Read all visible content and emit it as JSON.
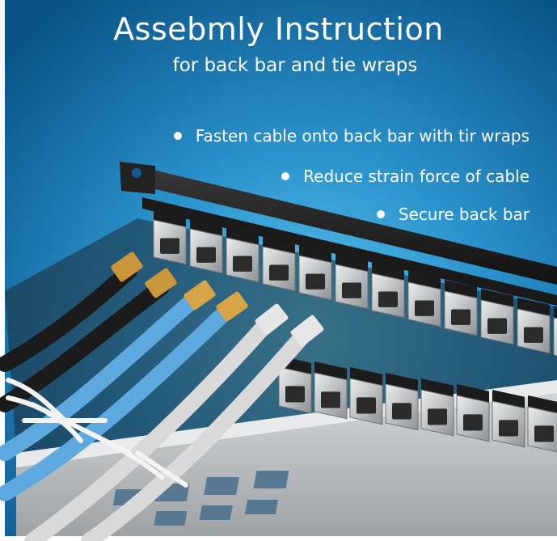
{
  "banner": {
    "title": "Assebmly Instruction",
    "subtitle": "for back bar and tie wraps"
  },
  "bullets": [
    "Fasten cable onto back bar with tir wraps",
    "Reduce strain force of cable",
    "Secure back bar"
  ],
  "colors": {
    "background_top": "#0a5f93",
    "background_glow": "#45b7e6",
    "cable_black": "#1b1b1b",
    "cable_blue": "#5ea9df",
    "cable_white": "#d9d9d9",
    "keystone_silver": "#c7c9cb",
    "tie_wrap": "#f3f3f3"
  }
}
